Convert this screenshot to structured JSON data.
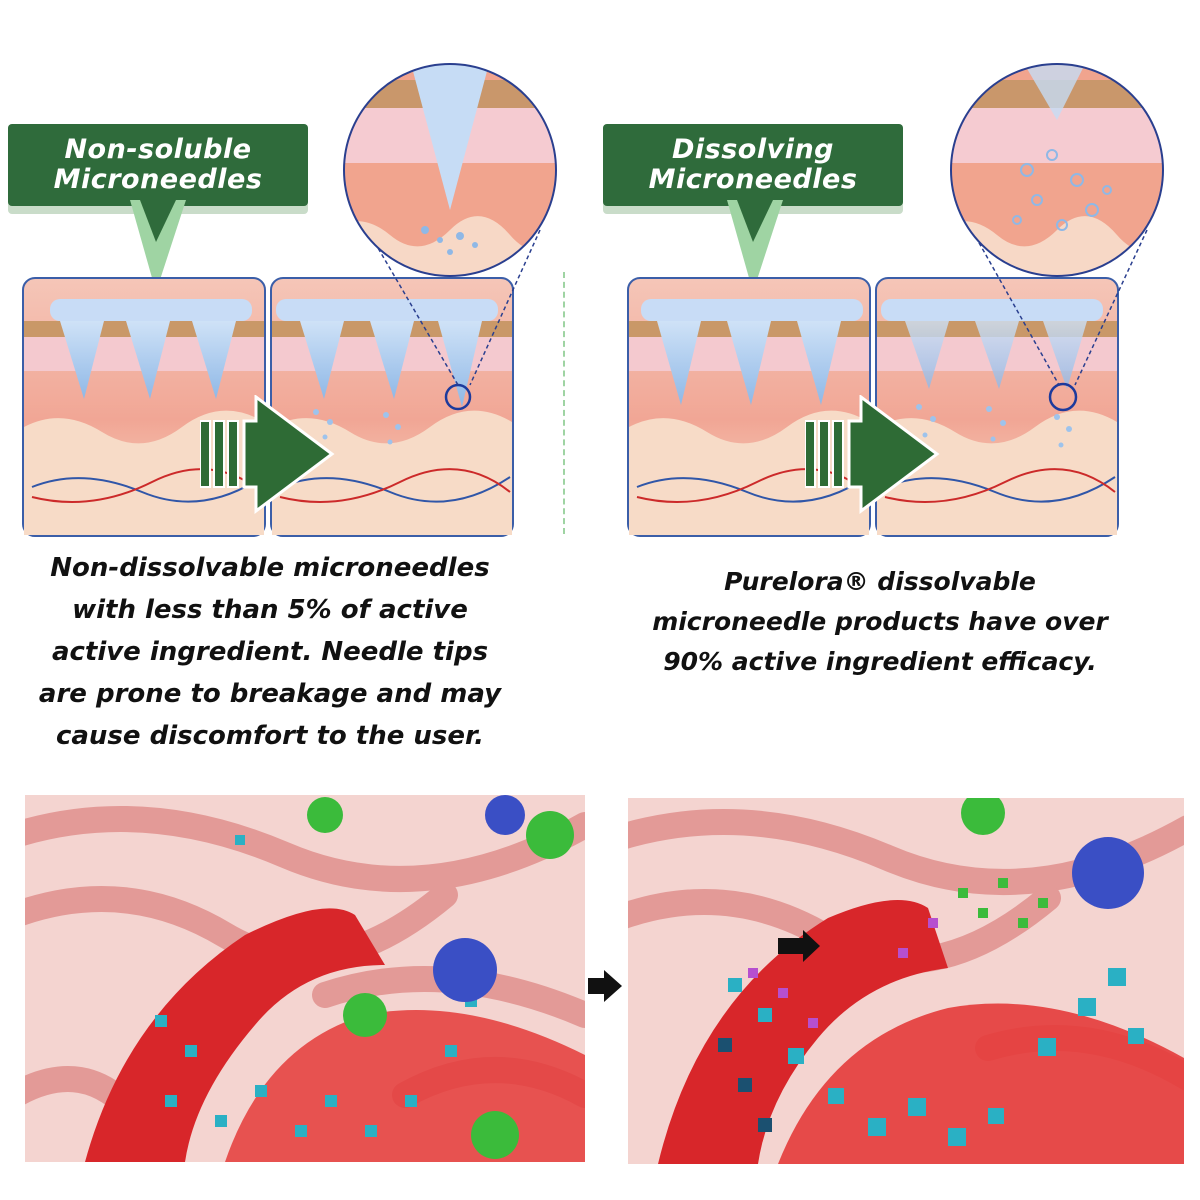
{
  "left": {
    "label_lines": [
      "Non-soluble",
      "Microneedles"
    ],
    "caption_lines": [
      "Non-dissolvable microneedles",
      "with less than 5% of active",
      "active ingredient. Needle tips",
      "are prone to breakage and may",
      "cause discomfort to the user."
    ]
  },
  "right": {
    "label_lines": [
      "Dissolving",
      "Microneedles"
    ],
    "caption_lines": [
      "Purelora® dissolvable",
      "microneedle products have over",
      "90% active ingredient efficacy."
    ]
  },
  "colors": {
    "label_green": "#2f6b3b",
    "arrow_green": "#2e6b35",
    "panel_border": "#3b5ea8",
    "needle_blue": "#aecdf0",
    "skin_pink": "#f3b1a4",
    "vessel_red": "#d8262a",
    "particle_teal": "#2ab0c4"
  }
}
